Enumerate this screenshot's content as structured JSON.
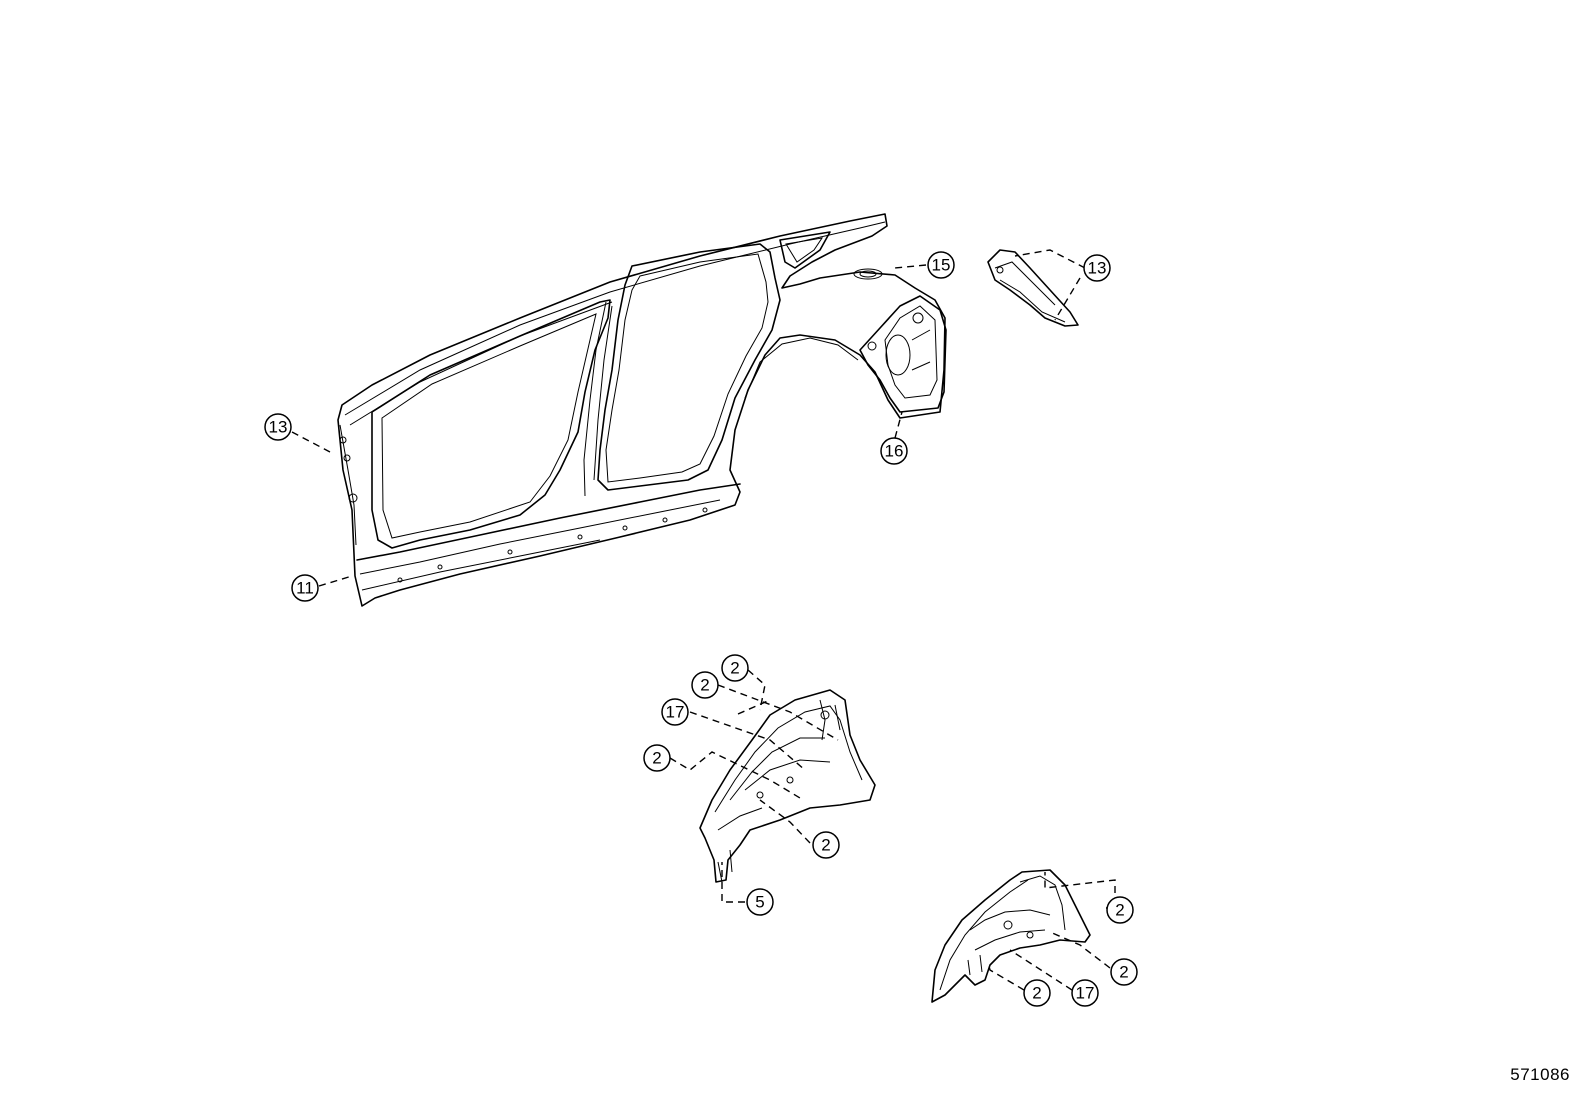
{
  "diagram": {
    "reference_number": "571086",
    "callouts": [
      {
        "id": "c-15",
        "label": "15"
      },
      {
        "id": "c-13-a",
        "label": "13"
      },
      {
        "id": "c-13-b",
        "label": "13"
      },
      {
        "id": "c-16",
        "label": "16"
      },
      {
        "id": "c-11",
        "label": "11"
      },
      {
        "id": "c-2-a",
        "label": "2"
      },
      {
        "id": "c-2-b",
        "label": "2"
      },
      {
        "id": "c-17-a",
        "label": "17"
      },
      {
        "id": "c-2-c",
        "label": "2"
      },
      {
        "id": "c-2-d",
        "label": "2"
      },
      {
        "id": "c-5",
        "label": "5"
      },
      {
        "id": "c-2-e",
        "label": "2"
      },
      {
        "id": "c-2-f",
        "label": "2"
      },
      {
        "id": "c-2-g",
        "label": "2"
      },
      {
        "id": "c-17-b",
        "label": "17"
      }
    ]
  }
}
